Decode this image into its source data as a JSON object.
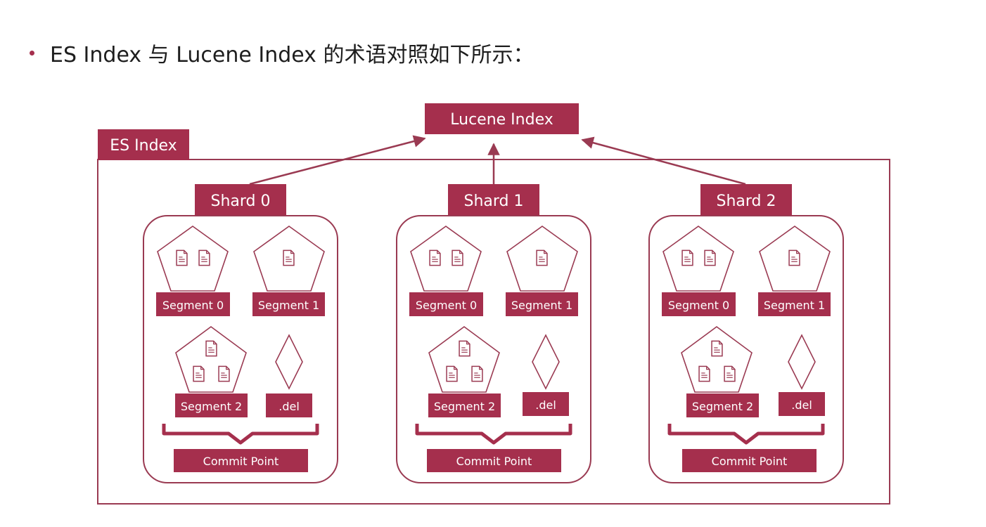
{
  "heading": {
    "text": "ES Index 与 Lucene Index 的术语对照如下所示："
  },
  "colors": {
    "accent": "#a52f4d",
    "accent_line": "#9a3a52",
    "text_dark": "#1e1e1e",
    "label_text": "#ffffff"
  },
  "diagram": {
    "lucene_index": "Lucene Index",
    "es_index": "ES Index",
    "shards": [
      {
        "label": "Shard 0",
        "segment0": "Segment 0",
        "segment1": "Segment 1",
        "segment2": "Segment 2",
        "del": ".del",
        "commit": "Commit Point"
      },
      {
        "label": "Shard 1",
        "segment0": "Segment 0",
        "segment1": "Segment 1",
        "segment2": "Segment 2",
        "del": ".del",
        "commit": "Commit Point"
      },
      {
        "label": "Shard 2",
        "segment0": "Segment 0",
        "segment1": "Segment 1",
        "segment2": "Segment 2",
        "del": ".del",
        "commit": "Commit Point"
      }
    ]
  }
}
